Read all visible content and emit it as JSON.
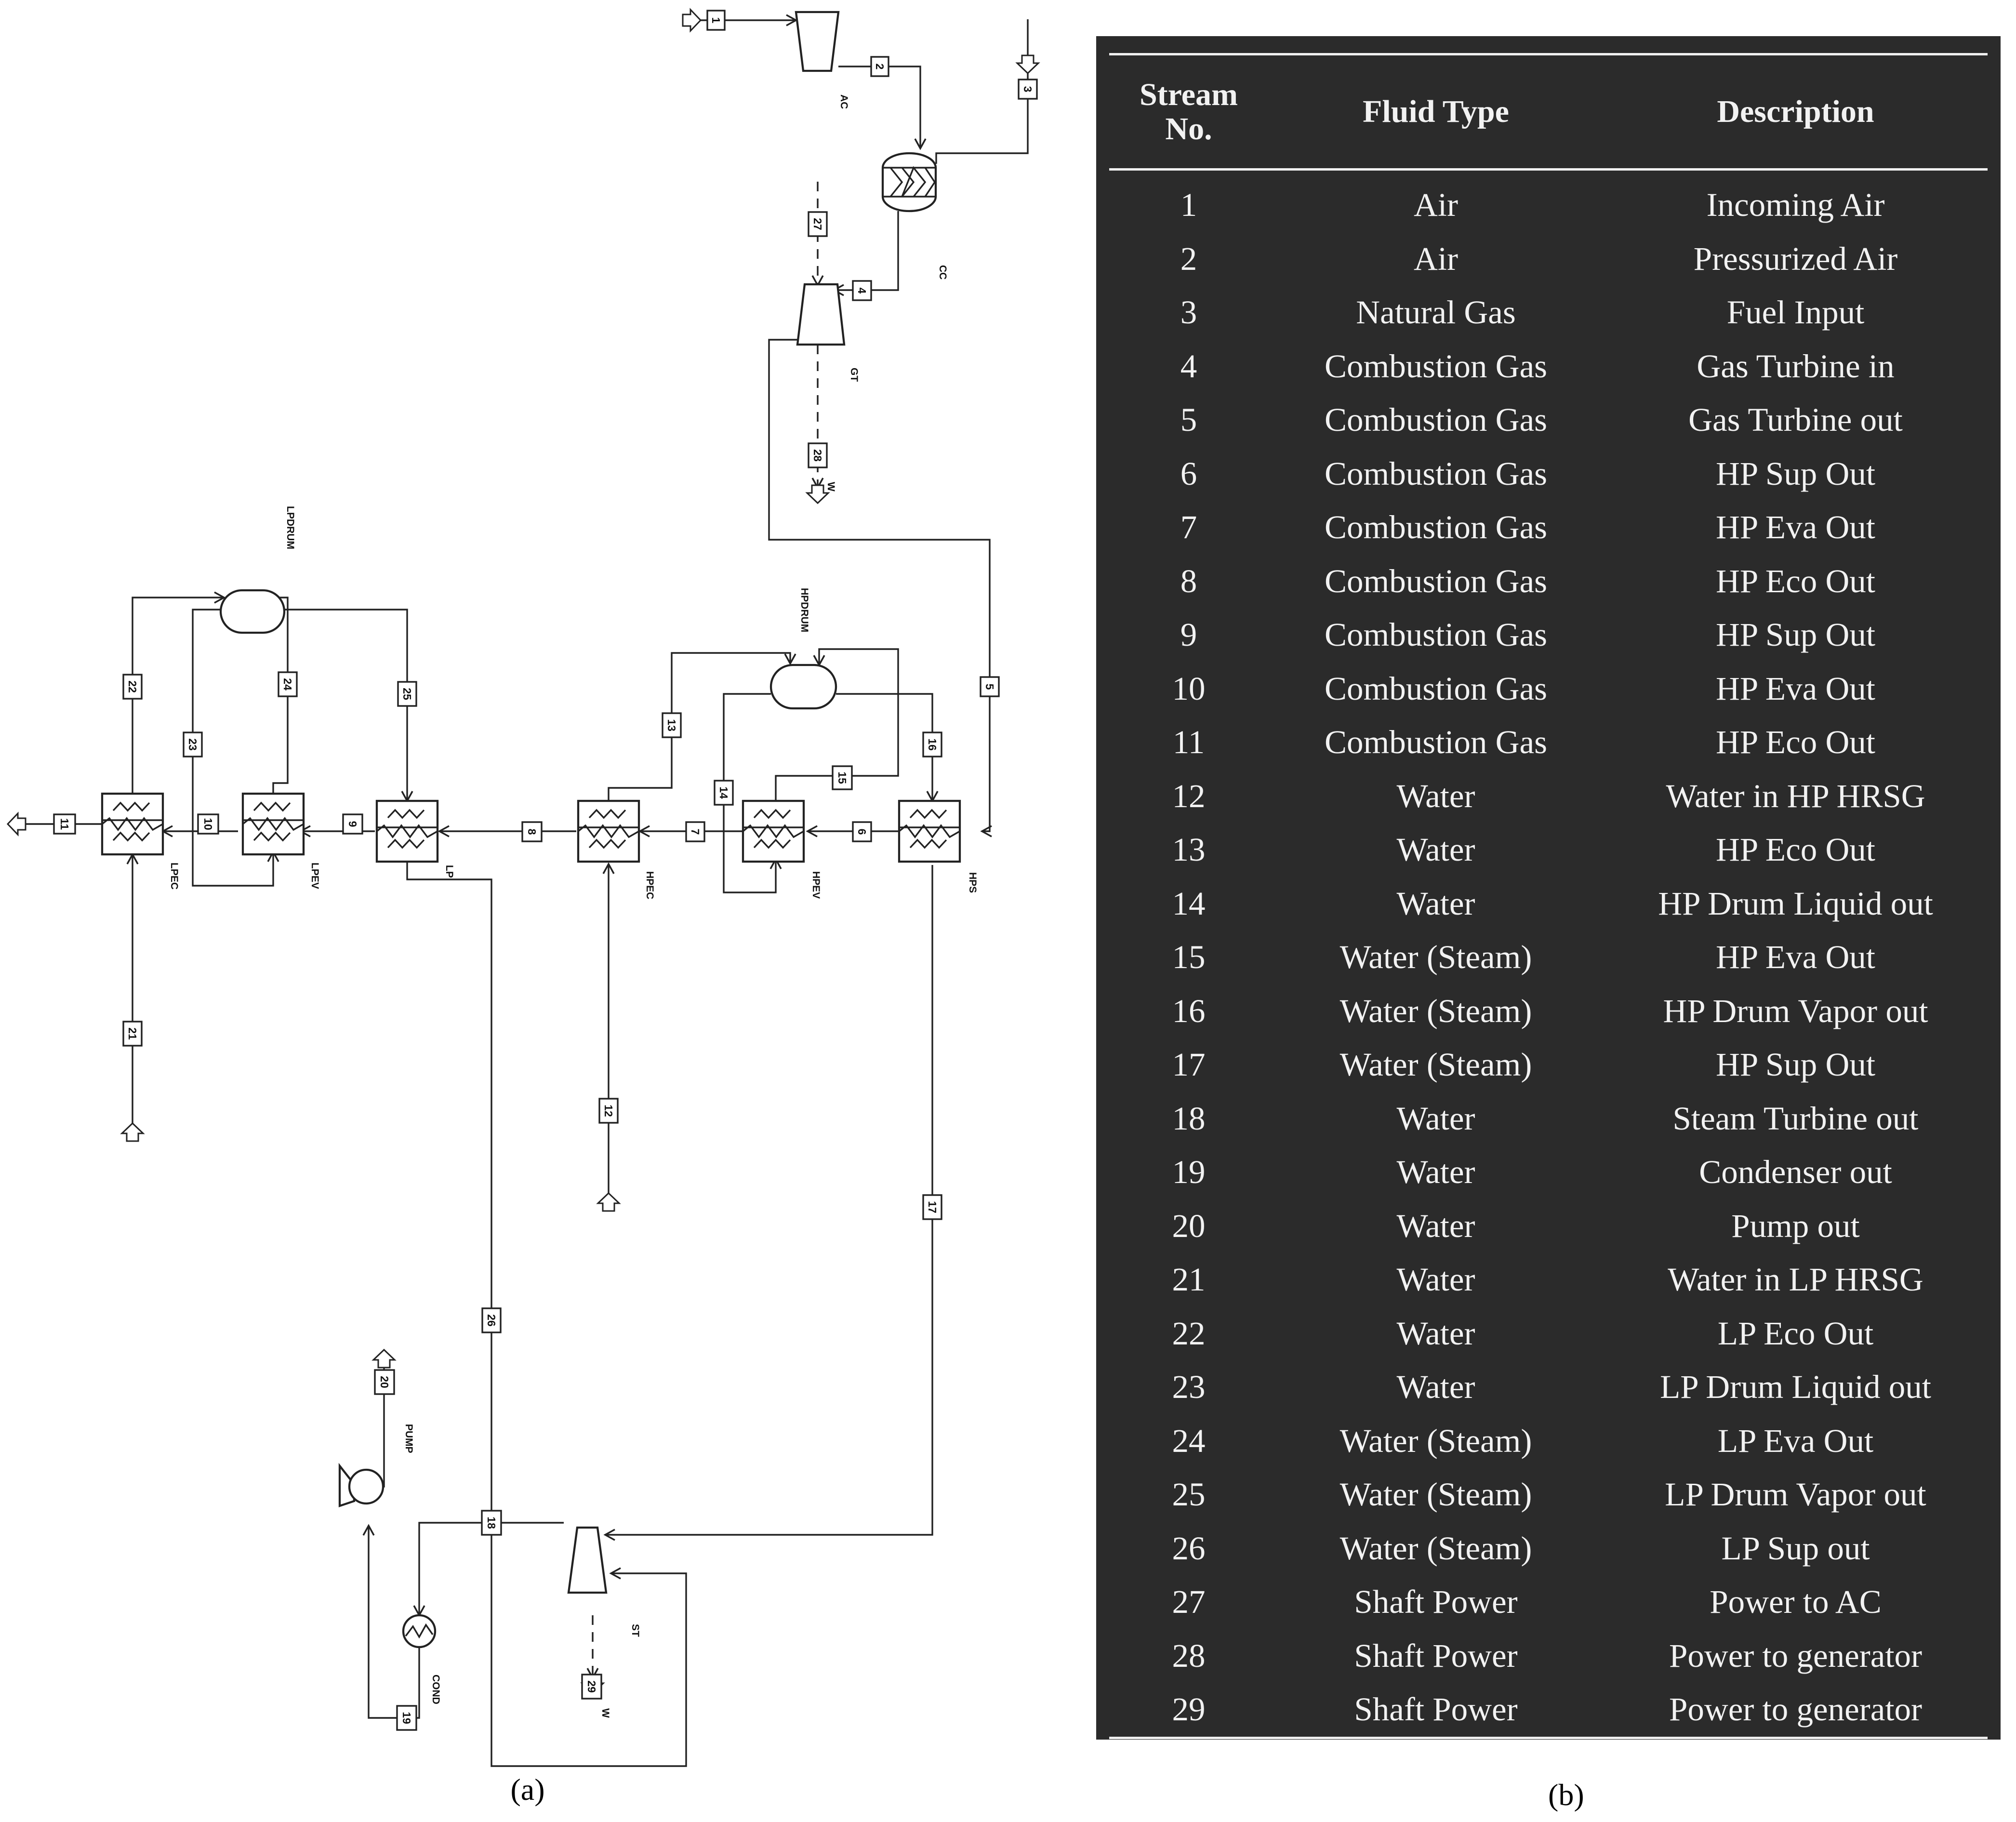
{
  "diagram": {
    "caption": "(a)",
    "stream_labels": [
      "1",
      "2",
      "3",
      "4",
      "5",
      "6",
      "7",
      "8",
      "9",
      "10",
      "11",
      "12",
      "13",
      "14",
      "15",
      "16",
      "17",
      "18",
      "19",
      "20",
      "21",
      "22",
      "23",
      "24",
      "25",
      "26",
      "27",
      "28",
      "29"
    ],
    "components": {
      "ac": "AC",
      "cc": "CC",
      "gt": "GT",
      "st": "ST",
      "pump": "PUMP",
      "cond": "COND",
      "lpdrum": "LPDRUM",
      "hpdrum": "HPDRUM",
      "lpec": "LPEC",
      "lpev": "LPEV",
      "lp": "LP",
      "hpec": "HPEC",
      "hpev": "HPEV",
      "hps": "HPS",
      "work1": "W",
      "work2": "W"
    }
  },
  "table": {
    "caption": "(b)",
    "headers": {
      "stream_no_line1": "Stream",
      "stream_no_line2": "No.",
      "fluid_type": "Fluid Type",
      "description": "Description"
    },
    "rows": [
      {
        "no": "1",
        "fluid": "Air",
        "desc": "Incoming Air"
      },
      {
        "no": "2",
        "fluid": "Air",
        "desc": "Pressurized Air"
      },
      {
        "no": "3",
        "fluid": "Natural Gas",
        "desc": "Fuel Input"
      },
      {
        "no": "4",
        "fluid": "Combustion Gas",
        "desc": "Gas Turbine in"
      },
      {
        "no": "5",
        "fluid": "Combustion Gas",
        "desc": "Gas Turbine out"
      },
      {
        "no": "6",
        "fluid": "Combustion Gas",
        "desc": "HP Sup Out"
      },
      {
        "no": "7",
        "fluid": "Combustion Gas",
        "desc": "HP Eva Out"
      },
      {
        "no": "8",
        "fluid": "Combustion Gas",
        "desc": "HP Eco Out"
      },
      {
        "no": "9",
        "fluid": "Combustion Gas",
        "desc": "HP Sup Out"
      },
      {
        "no": "10",
        "fluid": "Combustion Gas",
        "desc": "HP Eva Out"
      },
      {
        "no": "11",
        "fluid": "Combustion Gas",
        "desc": "HP Eco Out"
      },
      {
        "no": "12",
        "fluid": "Water",
        "desc": "Water in HP HRSG"
      },
      {
        "no": "13",
        "fluid": "Water",
        "desc": "HP Eco Out"
      },
      {
        "no": "14",
        "fluid": "Water",
        "desc": "HP Drum Liquid out"
      },
      {
        "no": "15",
        "fluid": "Water (Steam)",
        "desc": "HP Eva Out"
      },
      {
        "no": "16",
        "fluid": "Water (Steam)",
        "desc": "HP Drum Vapor out"
      },
      {
        "no": "17",
        "fluid": "Water (Steam)",
        "desc": "HP Sup Out"
      },
      {
        "no": "18",
        "fluid": "Water",
        "desc": "Steam Turbine out"
      },
      {
        "no": "19",
        "fluid": "Water",
        "desc": "Condenser out"
      },
      {
        "no": "20",
        "fluid": "Water",
        "desc": "Pump out"
      },
      {
        "no": "21",
        "fluid": "Water",
        "desc": "Water in LP HRSG"
      },
      {
        "no": "22",
        "fluid": "Water",
        "desc": "LP Eco Out"
      },
      {
        "no": "23",
        "fluid": "Water",
        "desc": "LP Drum Liquid out"
      },
      {
        "no": "24",
        "fluid": "Water (Steam)",
        "desc": "LP Eva Out"
      },
      {
        "no": "25",
        "fluid": "Water (Steam)",
        "desc": "LP Drum Vapor out"
      },
      {
        "no": "26",
        "fluid": "Water (Steam)",
        "desc": "LP Sup out"
      },
      {
        "no": "27",
        "fluid": "Shaft Power",
        "desc": "Power to AC"
      },
      {
        "no": "28",
        "fluid": "Shaft Power",
        "desc": "Power to generator"
      },
      {
        "no": "29",
        "fluid": "Shaft Power",
        "desc": "Power to generator"
      }
    ]
  }
}
